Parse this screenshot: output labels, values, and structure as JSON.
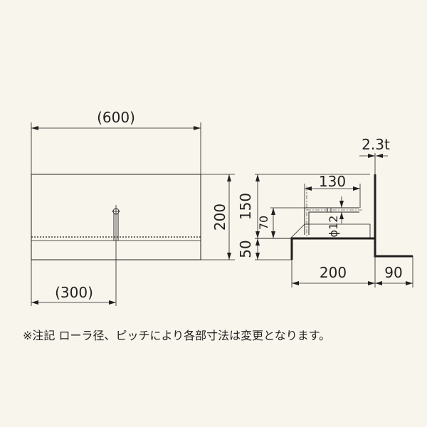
{
  "colors": {
    "background": "#f8f5ec",
    "line": "#231f20"
  },
  "dimensions": {
    "total_width": "(600)",
    "half_width": "(300)",
    "height_total": "200",
    "side_150": "150",
    "side_70": "70",
    "side_50": "50",
    "width_130": "130",
    "diameter": "ϕ12",
    "thickness": "2.3t",
    "width_200": "200",
    "width_90": "90"
  },
  "note": "※注記 ローラ径、ピッチにより各部寸法は変更となります。"
}
